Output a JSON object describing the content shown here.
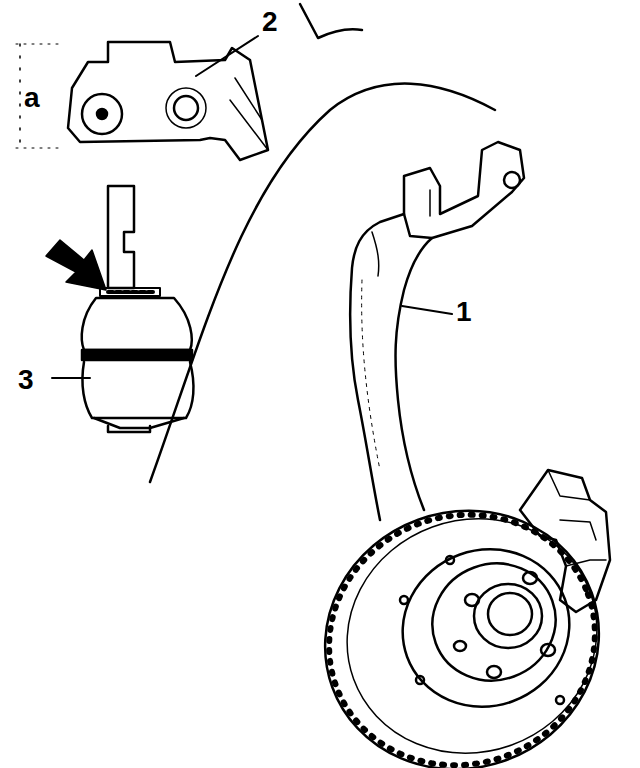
{
  "diagram": {
    "labels": [
      "2",
      "a",
      "1",
      "3"
    ]
  }
}
